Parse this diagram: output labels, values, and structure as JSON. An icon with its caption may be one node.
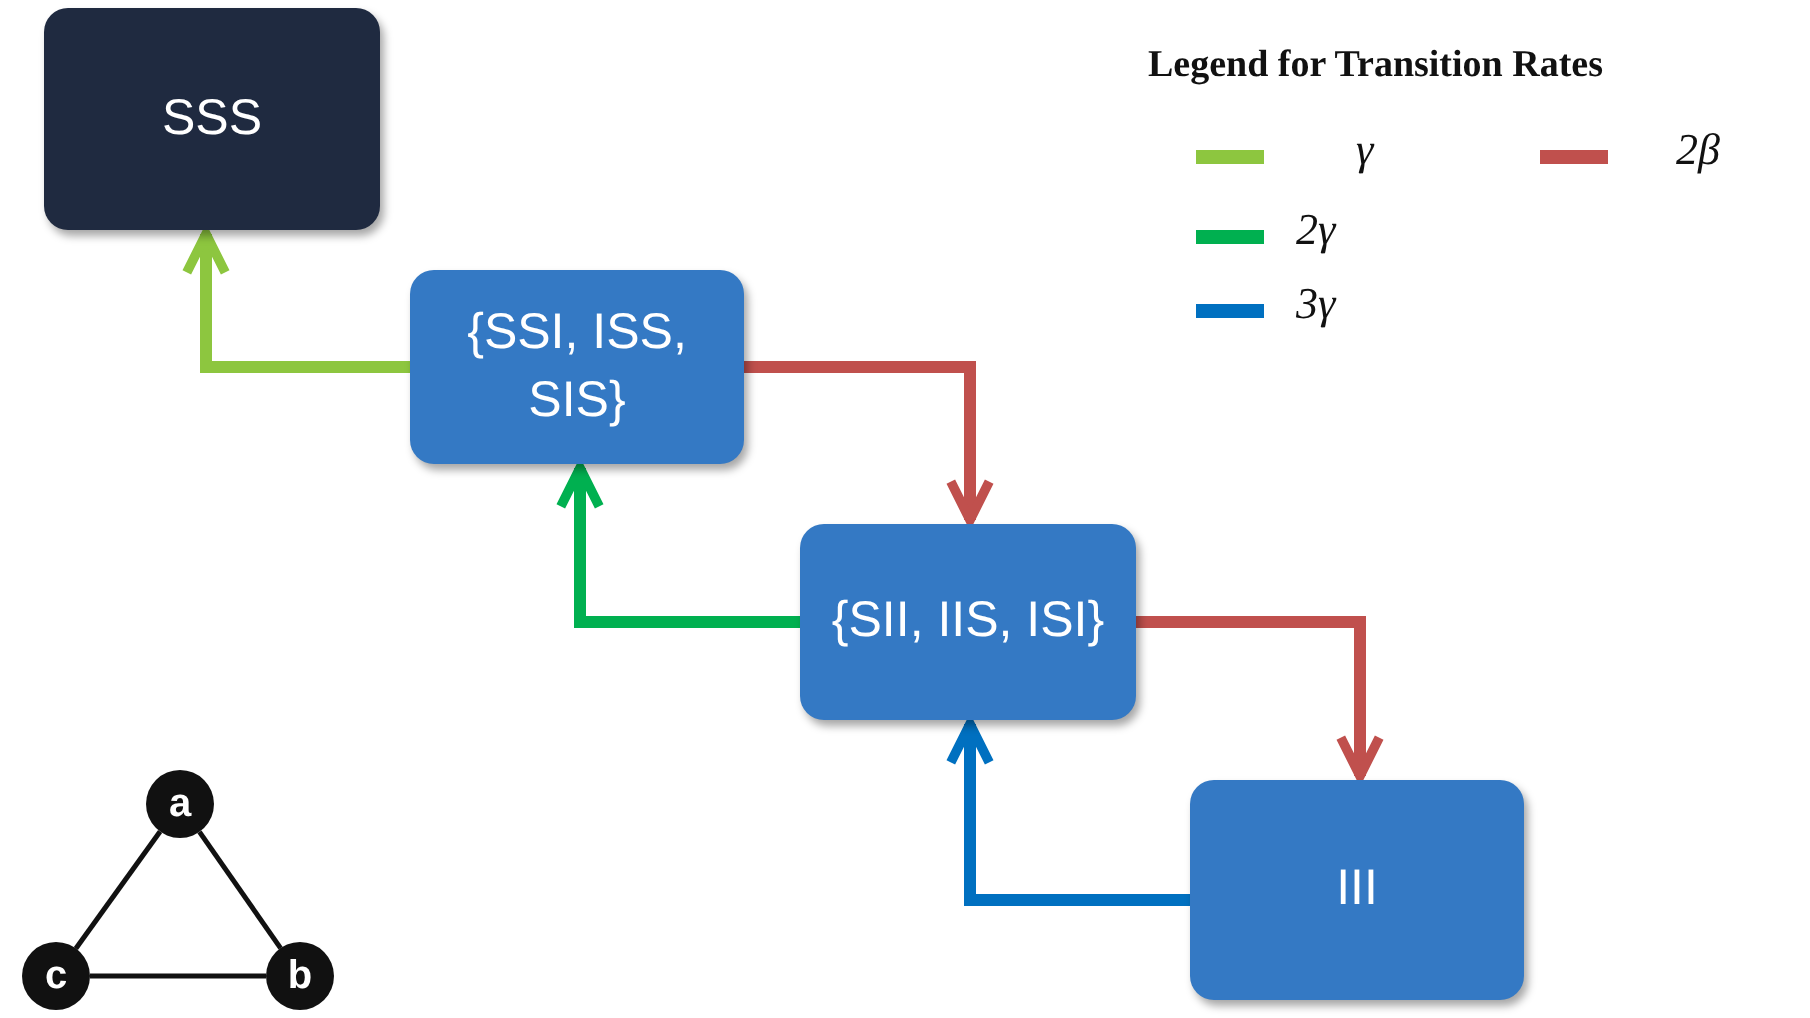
{
  "diagram": {
    "nodes": [
      {
        "text": [
          "SSS"
        ]
      },
      {
        "text": [
          "{SSI, ISS, SIS}"
        ]
      },
      {
        "text": [
          "{SII, IIS, ISI}"
        ]
      },
      {
        "text": [
          "III"
        ]
      },
      {
        "text": [
          "a"
        ]
      },
      {
        "text": [
          "c"
        ]
      },
      {
        "text": [
          "b"
        ]
      }
    ],
    "edges": [
      {
        "from": 1,
        "to": 0,
        "arrow": "to",
        "color": "#8dc63f"
      },
      {
        "from": 1,
        "to": 2,
        "arrow": "to",
        "color": "#c0504d"
      },
      {
        "from": 2,
        "to": 1,
        "arrow": "to",
        "color": "#00b050"
      },
      {
        "from": 2,
        "to": 3,
        "arrow": "to",
        "color": "#c0504d"
      },
      {
        "from": 3,
        "to": 2,
        "arrow": "to",
        "color": "#0070c0"
      },
      {
        "from": 4,
        "to": 6,
        "arrow": "none"
      },
      {
        "from": 4,
        "to": 5,
        "arrow": "none"
      },
      {
        "from": 5,
        "to": 6,
        "arrow": "none"
      }
    ],
    "labels": [
      "Legend for Transition Rates"
    ],
    "legend": [
      {
        "text": "γ",
        "color": "#8dc63f"
      },
      {
        "text": "2β",
        "color": "#c0504d"
      },
      {
        "text": "2γ",
        "color": "#00b050"
      },
      {
        "text": "3γ",
        "color": "#0070c0"
      }
    ]
  }
}
